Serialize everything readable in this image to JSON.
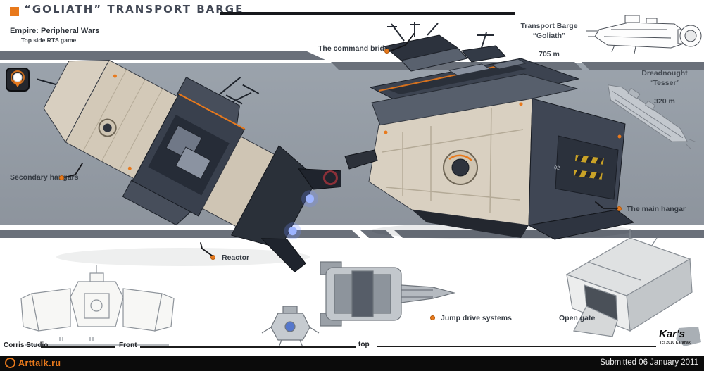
{
  "header": {
    "title": "“GOLIATH”  TRANSPORT  BARGE",
    "subtitle": "Empire: Peripheral Wars",
    "subtitle2": "Top side RTS game"
  },
  "reference_ships": {
    "goliath": {
      "line1": "Transport Barge",
      "line2": "“Goliath”",
      "length": "705 m"
    },
    "tesser": {
      "line1": "Dreadnought",
      "line2": "“Tesser”",
      "length": "320 m"
    }
  },
  "callouts": {
    "command_bridge": "The command bridge",
    "secondary_hangars": "Secondary hangars",
    "reactor": "Reactor",
    "main_hangar": "The main hangar",
    "jump_drive": "Jump drive systems",
    "open_gate": "Open gate"
  },
  "views": {
    "front": "Front",
    "top": "top"
  },
  "markings": {
    "hangar_code": "02"
  },
  "credits": {
    "studio": "Corris Studio",
    "site": "Arttalk.ru",
    "artist": "Kar's",
    "artist_note": "(c) 2010 Karanak",
    "submitted": "Submitted 06 January 2011"
  },
  "colors": {
    "accent": "#e8791c",
    "panel": "#99a0a9",
    "rail": "#6a707a",
    "ink": "#353b43",
    "title_ink": "#424855",
    "footer_bg": "#0b0b0b",
    "hull_tan": "#d8cfc0",
    "hull_dark": "#2b3140"
  }
}
